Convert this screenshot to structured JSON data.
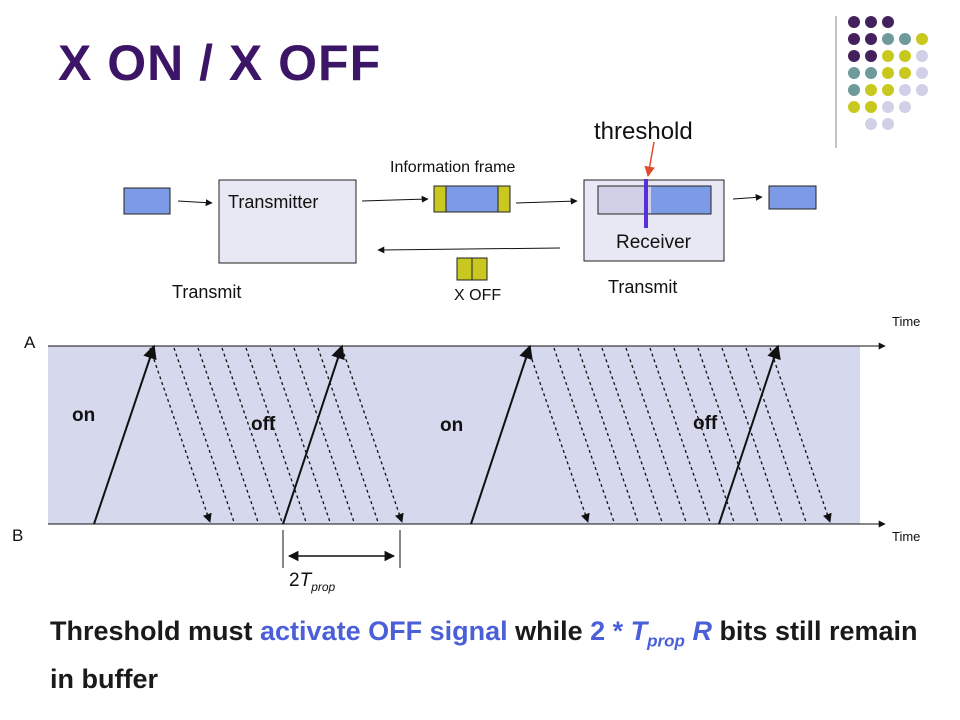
{
  "slide": {
    "title": "X ON / X OFF",
    "threshold_label": "threshold",
    "info_frame_label": "Information frame",
    "transmitter_label": "Transmitter",
    "receiver_label": "Receiver",
    "transmit_left": "Transmit",
    "transmit_right": "Transmit",
    "xoff_label": "X OFF",
    "time_top": "Time",
    "time_bottom": "Time",
    "a_label": "A",
    "b_label": "B",
    "on1": "on",
    "off1": "off",
    "on2": "on",
    "off2": "off",
    "tprop_prefix": "2",
    "tprop_t": "T",
    "tprop_sub": "prop",
    "bottom": {
      "part1": "Threshold must ",
      "part2": "activate OFF signal",
      "part3": " while ",
      "part4": "2 * ",
      "part5": "T",
      "part6": "prop",
      "part7": " R",
      "part8": " bits still remain in buffer"
    }
  },
  "colors": {
    "title": "#3d1566",
    "accent_blue": "#4a5fd8",
    "frame_blue": "#7d9ae6",
    "frame_yellow": "#c8c820",
    "box_fill": "#e8e8f4",
    "timeline_fill": "#d6d8ee",
    "threshold_bar": "#5a2ed8",
    "threshold_arrow": "#e24a2a",
    "dot_purple": "#45205e",
    "dot_teal": "#6f9a9a",
    "dot_yellow": "#c9c81e",
    "dot_lavender": "#d0d0e6"
  }
}
